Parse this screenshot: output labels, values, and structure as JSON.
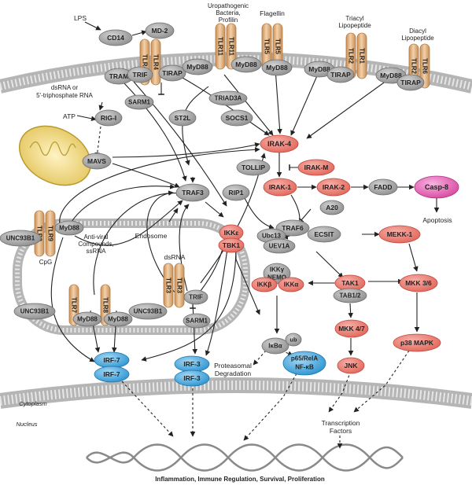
{
  "colors": {
    "grey_node": "#9c9c9c",
    "red_node": "#ec7e74",
    "blue_node": "#3aa3dd",
    "pink_node": "#e05fb7",
    "receptor": "#e2b27e",
    "membrane": "#bdbdbd"
  },
  "top_labels": {
    "lps": "LPS",
    "uro_1": "Uropathogenic",
    "uro_2": "Bacteria,",
    "uro_3": "Profilin",
    "flagellin": "Flagellin",
    "triacyl_1": "Triacyl",
    "triacyl_2": "Lipopeptide",
    "diacyl_1": "Diacyl",
    "diacyl_2": "Lipopeptide",
    "dsrna_1": "dsRNA or",
    "dsrna_2": "5'-triphosphate RNA",
    "atp": "ATP"
  },
  "receptors": {
    "tlr4a": "TLR4",
    "tlr4b": "TLR4",
    "tlr11a": "TLR11",
    "tlr11b": "TLR11",
    "tlr5a": "TLR5",
    "tlr5b": "TLR5",
    "tlr2a": "TLR2",
    "tlr1": "TLR1",
    "tlr2b": "TLR2",
    "tlr6": "TLR6",
    "tlr9a": "TLR9",
    "tlr9b": "TLR9",
    "tlr7": "TLR7",
    "tlr8": "TLR8",
    "tlr3a": "TLR3",
    "tlr3b": "TLR3"
  },
  "nodes": {
    "cd14": "CD14",
    "md2": "MD-2",
    "tram": "TRAM",
    "trif_top": "TRIF",
    "tirap1": "TIRAP",
    "myd88_tlr4": "MyD88",
    "myd88_tlr11": "MyD88",
    "myd88_tlr5": "MyD88",
    "myd88_tlr2": "MyD88",
    "tirap2": "TIRAP",
    "myd88_tlr6": "MyD88",
    "tirap3": "TIRAP",
    "sarm1_top": "SARM1",
    "triad3a": "TRIAD3A",
    "st2l": "ST2L",
    "socs1": "SOCS1",
    "rigi": "RIG-I",
    "mavs": "MAVS",
    "irak4": "IRAK-4",
    "tollip": "TOLLIP",
    "irakm": "IRAK-M",
    "irak1": "IRAK-1",
    "irak2": "IRAK-2",
    "fadd": "FADD",
    "casp8": "Casp-8",
    "traf3": "TRAF3",
    "rip1": "RIP1",
    "a20": "A20",
    "traf6": "TRAF6",
    "ubc13": "Ubc13",
    "uev1a": "UEV1A",
    "ecsit": "ECSIT",
    "mekk1": "MEKK-1",
    "ikke": "IKKε",
    "tbk1": "TBK1",
    "unc93b1_a": "UNC93B1",
    "myd88_tlr9": "MyD88",
    "ikkg_1": "IKKγ",
    "ikkg_2": "NEMO",
    "ikkb": "IKKβ",
    "ikka": "IKKα",
    "tak1": "TAK1",
    "tab12": "TAB1/2",
    "mkk36": "MKK 3/6",
    "unc93b1_b": "UNC93B1",
    "myd88_tlr7": "MyD88",
    "myd88_tlr8": "MyD88",
    "unc93b1_c": "UNC93B1",
    "trif_endo": "TRIF",
    "sarm1_endo": "SARM1",
    "mkk47": "MKK 4/7",
    "p38": "p38 MAPK",
    "jnk": "JNK",
    "ikba": "IκBα",
    "ub": "ub",
    "p65_1": "p65/RelA",
    "p65_2": "NF-κB",
    "irf7a": "IRF-7",
    "irf7b": "IRF-7",
    "irf3a": "IRF-3",
    "irf3b": "IRF-3"
  },
  "labels": {
    "apoptosis": "Apoptosis",
    "endosome": "Endosome",
    "cpg": "CpG",
    "antiviral_1": "Anti-viral",
    "antiviral_2": "Compounds,",
    "antiviral_3": "ssRNA",
    "dsrna_endo": "dsRNA",
    "proteasomal_1": "Proteasomal",
    "proteasomal_2": "Degradation",
    "cytoplasm": "Cytoplasm",
    "nucleus": "Nucleus",
    "tf_1": "Transcription",
    "tf_2": "Factors",
    "footer": "Inflammation, Immune Regulation, Survival, Proliferation"
  }
}
